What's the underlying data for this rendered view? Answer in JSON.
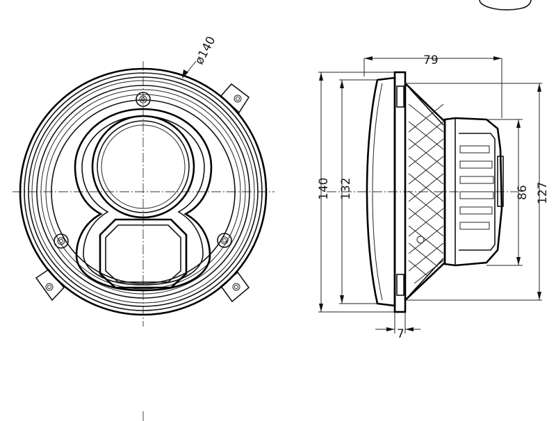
{
  "front_view": {
    "diameter_label": "ø140"
  },
  "side_view": {
    "dimensions": {
      "depth": "79",
      "outer_diameter": "140",
      "lens_diameter": "132",
      "housing_height": "86",
      "mount_height": "127",
      "flange_thickness": "7"
    }
  },
  "colors": {
    "line": "#000000",
    "background": "#ffffff"
  }
}
